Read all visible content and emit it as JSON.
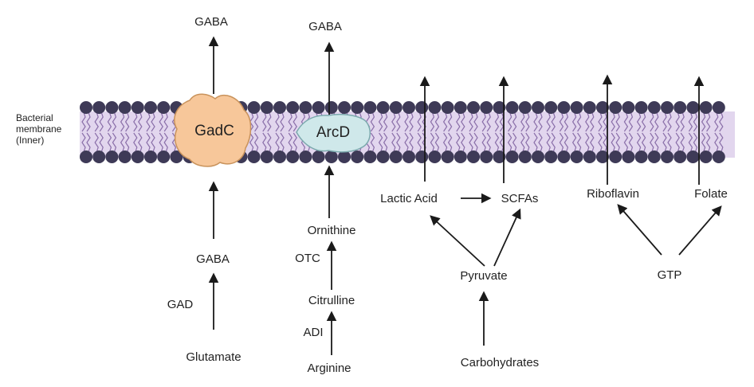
{
  "membrane": {
    "label_lines": [
      "Bacterial",
      "membrane",
      "(Inner)"
    ],
    "head_color": "#3e3a57",
    "band_color": "#e2d6ee",
    "tail_color": "#8a6fa9"
  },
  "proteins": {
    "gadc": {
      "label": "GadC",
      "fill": "#f7c79a",
      "stroke": "#c9935c"
    },
    "arcd": {
      "label": "ArcD",
      "fill": "#cfe8ea",
      "stroke": "#7ba9ad"
    }
  },
  "labels": {
    "gaba_out_1": "GABA",
    "gaba_out_2": "GABA",
    "gaba_in": "GABA",
    "gad": "GAD",
    "glutamate": "Glutamate",
    "ornithine": "Ornithine",
    "otc": "OTC",
    "citrulline": "Citrulline",
    "adi": "ADI",
    "arginine": "Arginine",
    "lactic_acid": "Lactic Acid",
    "scfas": "SCFAs",
    "pyruvate": "Pyruvate",
    "carbohydrates": "Carbohydrates",
    "riboflavin": "Riboflavin",
    "folate": "Folate",
    "gtp": "GTP"
  },
  "arrow_color": "#1a1a1a"
}
